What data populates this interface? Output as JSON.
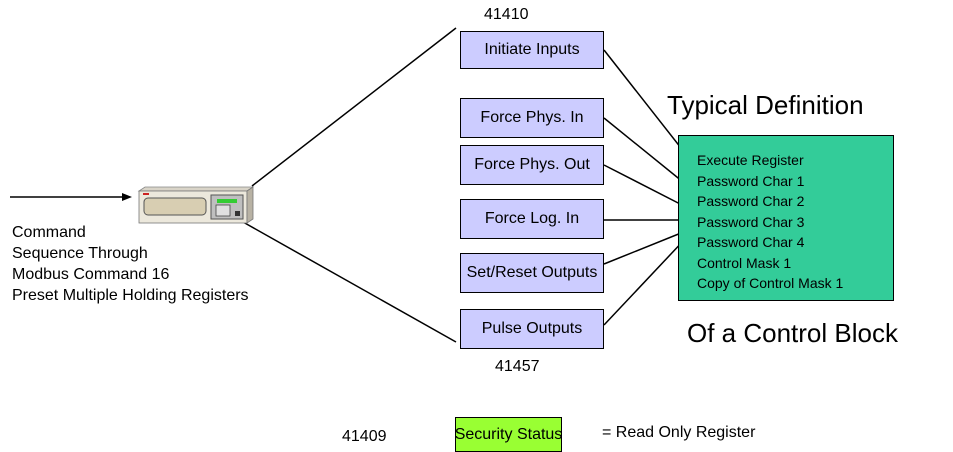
{
  "diagram": {
    "register_start": "41410",
    "register_end": "41457",
    "status_register": "41409",
    "register_blocks": [
      {
        "label": "Initiate Inputs"
      },
      {
        "label": "Force Phys. In"
      },
      {
        "label": "Force Phys. Out"
      },
      {
        "label": "Force Log. In"
      },
      {
        "label": "Set/Reset Outputs"
      },
      {
        "label": "Pulse Outputs"
      }
    ],
    "typical_definition_title": "Typical Definition",
    "control_block_caption": "Of a Control Block",
    "control_block_fields": [
      "Execute Register",
      "Password Char 1",
      "Password Char 2",
      "Password Char 3",
      "Password Char 4",
      "Control Mask 1",
      "Copy of Control Mask 1"
    ],
    "command_text": [
      "Command",
      "Sequence Through",
      "Modbus Command 16",
      "Preset Multiple Holding Registers"
    ],
    "legend": {
      "box_label": "Security Status",
      "description": "= Read Only Register"
    },
    "colors": {
      "register_fill": "#ccccff",
      "control_block_fill": "#33cc99",
      "read_only_fill": "#99ff33"
    }
  }
}
